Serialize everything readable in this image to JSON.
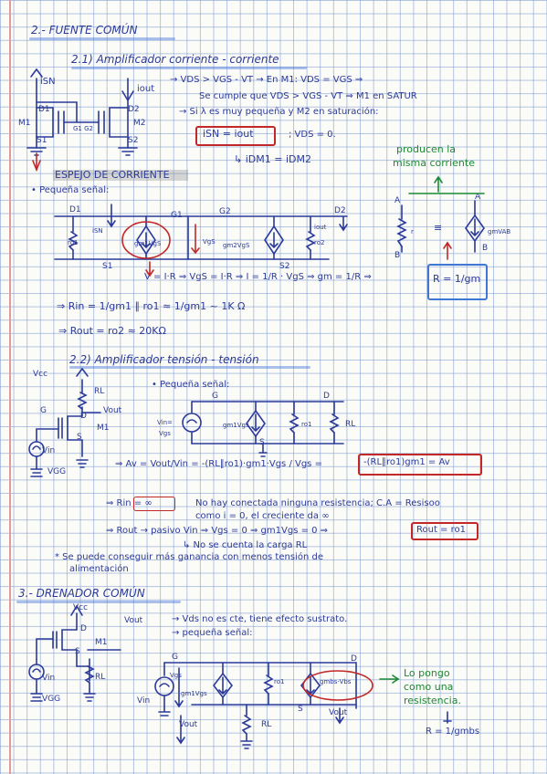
{
  "s2": {
    "title": "2.- FUENTE COMÚN",
    "sub1": "2.1) Amplificador corriente - corriente",
    "isn": "iSN",
    "iout": "iout",
    "m1": "M1",
    "m2": "M2",
    "d1": "D1",
    "d2": "D2",
    "s1": "S1",
    "s2": "S2",
    "g1g2": "G1 G2",
    "line1": "→ VDS > VGS - VT → En M1: VDS = VGS ⇒",
    "line2": "Se cumple que VDS > VGS - VT ⇒ M1 en SATUR",
    "line3": "→ Si λ es muy pequeña y M2 en saturación:",
    "box1": "iSN = iout",
    "vds0": "; VDS = 0.",
    "line4": "↳ iDM1 = iDM2",
    "espejo": "ESPEJO DE CORRIENTE",
    "pequena1": "• Pequeña señal:",
    "producen": "producen la",
    "misma": "misma corriente",
    "d1b": "D1",
    "isnb": "iSN",
    "ro1": "ro1",
    "gm1": "gm1VgS",
    "vgs": "VgS",
    "g1": "G1",
    "g2": "G2",
    "gm2": "gm2VgS",
    "ro2": "ro2",
    "iout2": "iout",
    "d2b": "D2",
    "s1b": "S1",
    "s2b": "S2",
    "ab_A1": "A",
    "ab_B1": "B",
    "ab_r": "r",
    "ab_eq": "≡",
    "ab_A2": "A",
    "ab_B2": "B",
    "ab_gm": "gmVAB",
    "ohm": "V = I·R ⇒ VgS = I·R ⇒ I = 1/R · VgS ⇒ gm = 1/R ⇒",
    "rbox": "R = 1/gm",
    "rin": "⇒ Rin = 1/gm1 ∥ ro1 ≈ 1/gm1 ~ 1K Ω",
    "rout": "⇒ Rout = ro2 ≈ 20KΩ",
    "sub2": "2.2) Amplificador tensión - tensión",
    "vcc": "Vcc",
    "rl": "RL",
    "vout": "Vout",
    "g": "G",
    "d": "D",
    "m1b": "M1",
    "s": "S",
    "vin": "Vin",
    "vgg": "VGG",
    "pequena2": "• Pequeña señal:",
    "g3": "G",
    "d3": "D",
    "vin2": "Vin=",
    "vgs2": "Vgs",
    "gm3": "gm1Vgs",
    "ro3": "ro1",
    "rl3": "RL",
    "s3": "S",
    "av": "⇒ Av = Vout/Vin = -(RL∥ro1)·gm1·Vgs / Vgs =",
    "avbox": "-(RL∥ro1)gm1 = Av",
    "rin2": "⇒ Rin = ∞",
    "rin2t": "No hay conectada ninguna resistencia; C.A = Resisoo",
    "rin3t": "como i = 0, el creciente da ∞",
    "rout2": "⇒ Rout → pasivo Vin ⇒ Vgs = 0 ⇒ gm1Vgs = 0 ⇒",
    "rout2box": "Rout = ro1",
    "rout3": "↳ No se cuenta la carga RL",
    "nota1": "* Se puede conseguir más ganancia con menos tensión de",
    "nota2": "alimentación",
    "s3title": "3.- DRENADOR COMÚN",
    "dc1": "→ Vds no es cte, tiene efecto sustrato.",
    "dc2": "→ pequeña señal:",
    "vcc3": "Vcc",
    "vout3": "Vout",
    "d4": "D",
    "m1c": "M1",
    "s4": "S",
    "rl4": "RL",
    "vin4": "Vin",
    "vgg4": "VGG",
    "g5": "G",
    "vgs5": "Vgs",
    "vin5": "Vin",
    "gm5": "gm1Vgs",
    "ro5": "ro1",
    "gmbs": "gmbs·Vbs",
    "d5": "D",
    "s5": "S",
    "vout5": "Vout",
    "rl5": "RL",
    "vout6": "Vout",
    "lopongo1": "Lo pongo",
    "lopongo2": "como una",
    "lopongo3": "resistencia.",
    "rform": "R = 1/gmbs"
  }
}
